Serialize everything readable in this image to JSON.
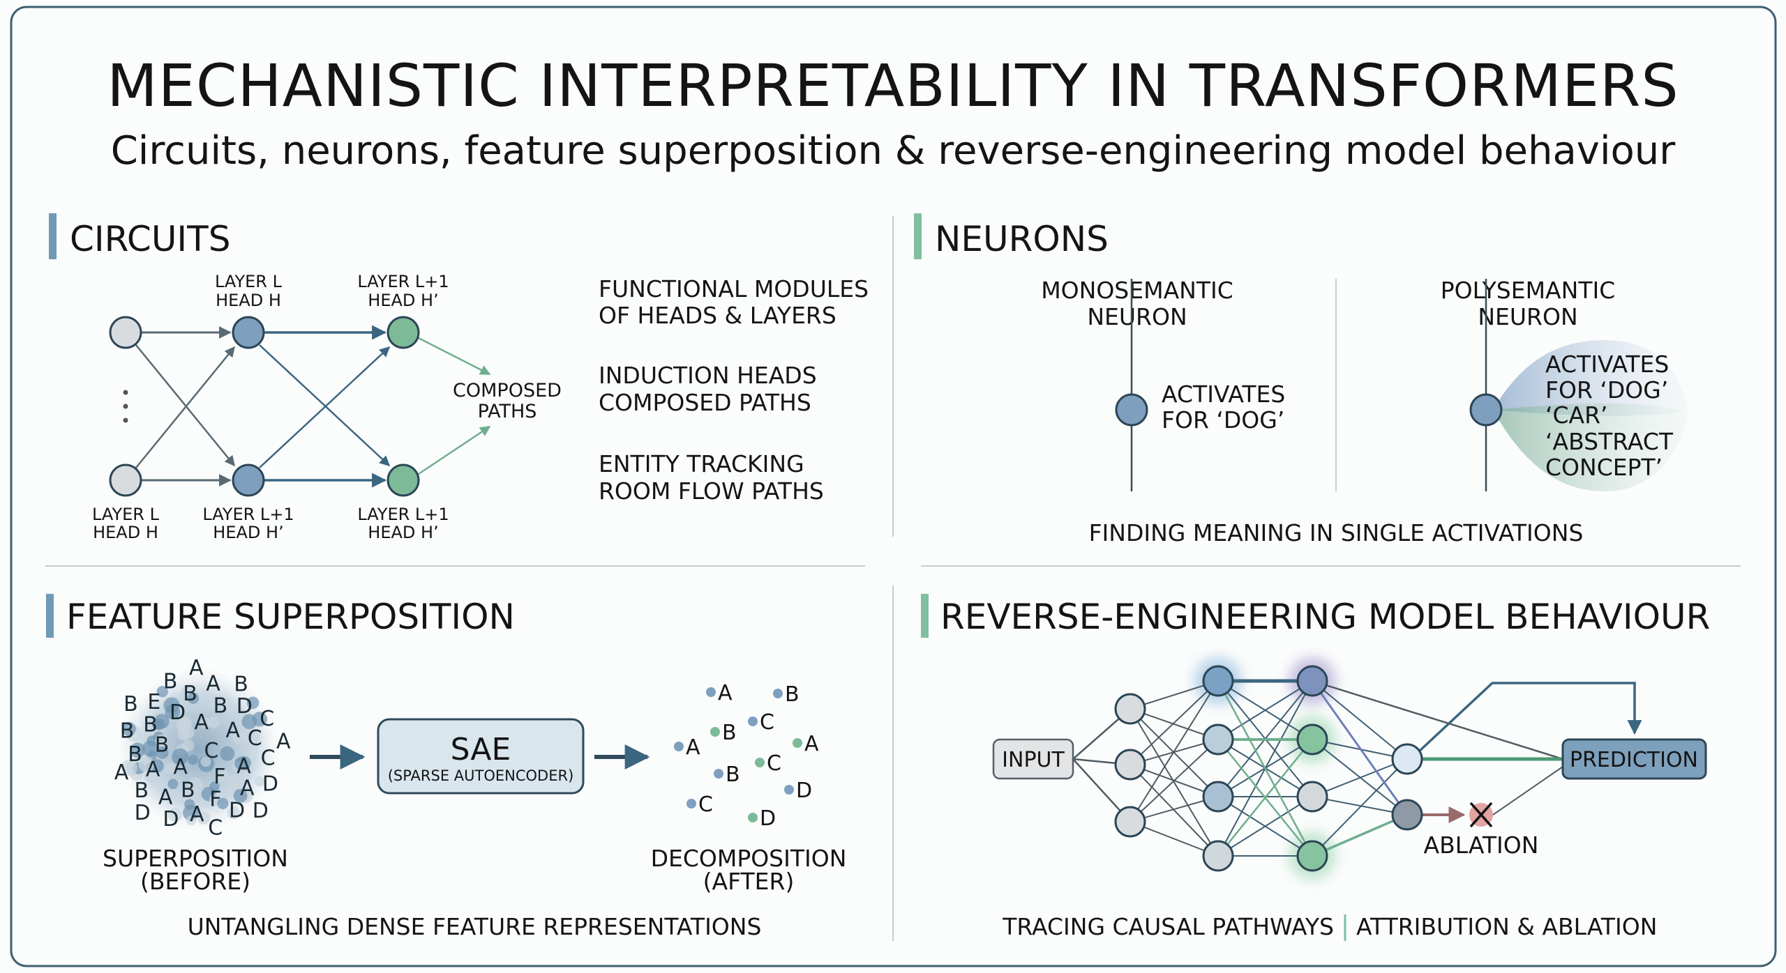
{
  "header": {
    "title": "MECHANISTIC INTERPRETABILITY IN TRANSFORMERS",
    "subtitle": "Circuits, neurons, feature superposition & reverse-engineering model behaviour"
  },
  "colors": {
    "blue_accent": "#6f9ab8",
    "green_accent": "#7fbf9f",
    "node_blue": "#7f9fbf",
    "node_green": "#7dba98",
    "node_grey": "#d9dcdf",
    "stroke": "#2c4656",
    "ablation": "#d98a8a"
  },
  "circuits": {
    "heading": "CIRCUITS",
    "top_labels": [
      [
        "LAYER L",
        "HEAD H"
      ],
      [
        "LAYER L+1",
        "HEAD H’"
      ]
    ],
    "bottom_labels": [
      [
        "LAYER L",
        "HEAD H"
      ],
      [
        "LAYER L+1",
        "HEAD H’"
      ],
      [
        "LAYER L+1",
        "HEAD H’"
      ]
    ],
    "composed": [
      "COMPOSED",
      "PATHS"
    ],
    "points": [
      [
        "FUNCTIONAL MODULES",
        "OF HEADS & LAYERS"
      ],
      [
        "INDUCTION HEADS",
        "COMPOSED PATHS"
      ],
      [
        "ENTITY TRACKING",
        "ROOM FLOW PATHS"
      ]
    ]
  },
  "neurons": {
    "heading": "NEURONS",
    "mono_title": [
      "MONOSEMANTIC",
      "NEURON"
    ],
    "mono_text": [
      "ACTIVATES",
      "FOR ‘DOG’"
    ],
    "poly_title": [
      "POLYSEMANTIC",
      "NEURON"
    ],
    "poly_text": [
      "ACTIVATES",
      "FOR ‘DOG’",
      "‘CAR’",
      "‘ABSTRACT",
      "CONCEPT’"
    ],
    "footer": "FINDING MEANING IN SINGLE ACTIVATIONS"
  },
  "superposition": {
    "heading": "FEATURE SUPERPOSITION",
    "cluster_letters": [
      "C",
      "A",
      "A",
      "F",
      "B",
      "A",
      "B",
      "D",
      "A",
      "A",
      "B",
      "F",
      "B",
      "C",
      "A",
      "B",
      "A",
      "B",
      "D",
      "A",
      "E",
      "C",
      "B",
      "A",
      "D",
      "B",
      "C",
      "D",
      "B",
      "D",
      "A",
      "B",
      "C",
      "B",
      "A",
      "D",
      "A",
      "D"
    ],
    "sae_label": "SAE",
    "sae_sub": "(SPARSE AUTOENCODER)",
    "decomposed": [
      {
        "letter": "A",
        "color": "blue"
      },
      {
        "letter": "B",
        "color": "blue"
      },
      {
        "letter": "C",
        "color": "blue"
      },
      {
        "letter": "B",
        "color": "green"
      },
      {
        "letter": "A",
        "color": "blue"
      },
      {
        "letter": "A",
        "color": "green"
      },
      {
        "letter": "C",
        "color": "green"
      },
      {
        "letter": "B",
        "color": "blue"
      },
      {
        "letter": "D",
        "color": "blue"
      },
      {
        "letter": "C",
        "color": "blue"
      },
      {
        "letter": "D",
        "color": "green"
      }
    ],
    "before_label": [
      "SUPERPOSITION",
      "(BEFORE)"
    ],
    "after_label": [
      "DECOMPOSITION",
      "(AFTER)"
    ],
    "footer": "UNTANGLING DENSE FEATURE REPRESENTATIONS"
  },
  "reverse": {
    "heading": "REVERSE-ENGINEERING MODEL BEHAVIOUR",
    "input_label": "INPUT",
    "prediction_label": "PREDICTION",
    "ablation_label": "ABLATION",
    "footer_left": "TRACING CAUSAL PATHWAYS",
    "footer_right": "ATTRIBUTION & ABLATION"
  }
}
